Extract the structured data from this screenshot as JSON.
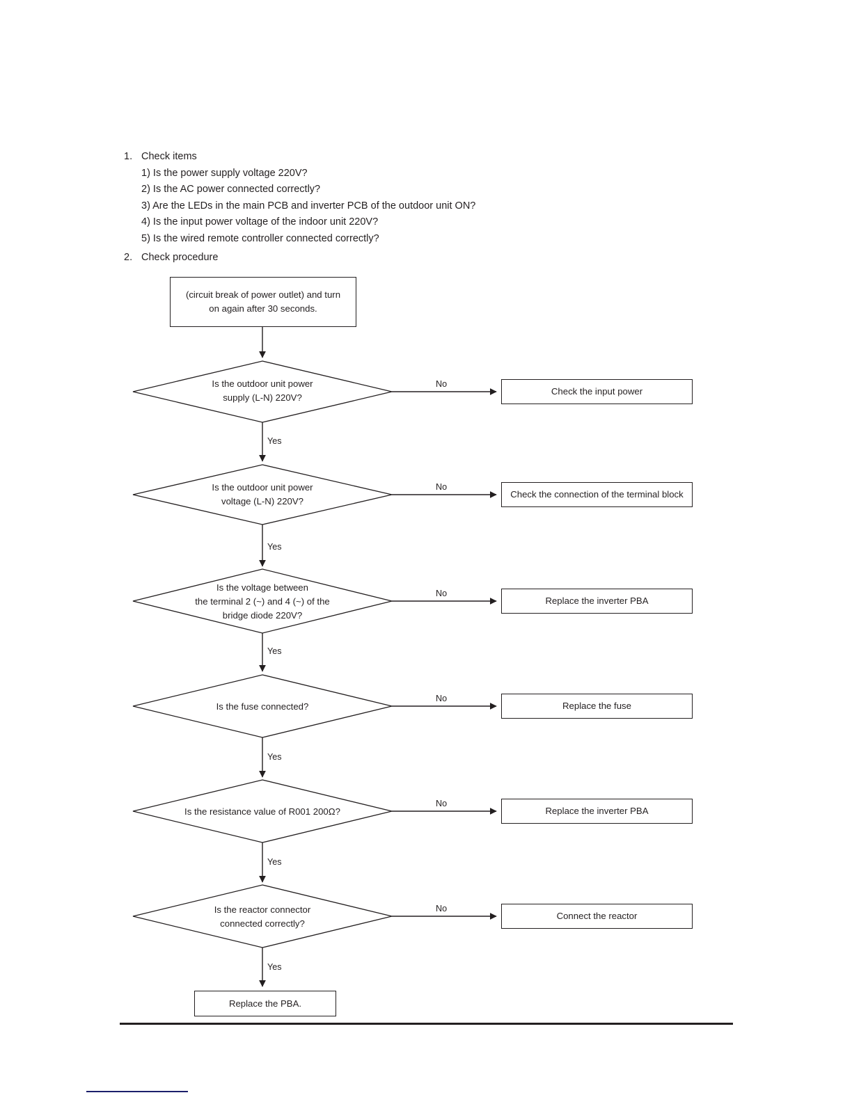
{
  "sections": [
    {
      "number": "1.",
      "title": "Check items",
      "items": [
        "1) Is the power supply voltage 220V?",
        "2) Is the AC power connected correctly?",
        "3) Are the LEDs in the main PCB and inverter PCB of the outdoor unit ON?",
        "4) Is the input power voltage of the indoor unit 220V?",
        "5) Is the wired remote controller connected correctly?"
      ]
    },
    {
      "number": "2.",
      "title": "Check procedure",
      "items": []
    }
  ],
  "flowchart": {
    "start_box": "(circuit break of power outlet) and turn on again after 30 seconds.",
    "end_box": "Replace the PBA.",
    "yes_label": "Yes",
    "no_label": "No",
    "steps": [
      {
        "question": "Is the outdoor unit power supply (L-N) 220V?",
        "question_line1": "Is the outdoor unit power",
        "question_line2": "supply (L-N) 220V?",
        "question_line3": "",
        "no_action": "Check the input power"
      },
      {
        "question": "Is the outdoor unit power voltage (L-N) 220V?",
        "question_line1": "Is the outdoor unit power",
        "question_line2": "voltage (L-N) 220V?",
        "question_line3": "",
        "no_action": "Check the connection of the terminal block"
      },
      {
        "question": "Is the voltage between the terminal 2 (~) and 4 (~) of the bridge diode 220V?",
        "question_line1": "Is the voltage between",
        "question_line2": "the terminal 2 (~) and 4 (~) of the",
        "question_line3": "bridge diode 220V?",
        "no_action": "Replace the inverter PBA"
      },
      {
        "question": "Is the fuse connected?",
        "question_line1": "Is the fuse connected?",
        "question_line2": "",
        "question_line3": "",
        "no_action": "Replace the fuse"
      },
      {
        "question": "Is the resistance value of R001 200Ω?",
        "question_line1": "Is the resistance value of R001 200Ω?",
        "question_line2": "",
        "question_line3": "",
        "no_action": "Replace the inverter PBA"
      },
      {
        "question": "Is the reactor connector connected correctly?",
        "question_line1": "Is the reactor connector",
        "question_line2": "connected correctly?",
        "question_line3": "",
        "no_action": "Connect the reactor"
      }
    ]
  },
  "colors": {
    "ink": "#231f20",
    "accent_rule": "#1b1f6b"
  }
}
